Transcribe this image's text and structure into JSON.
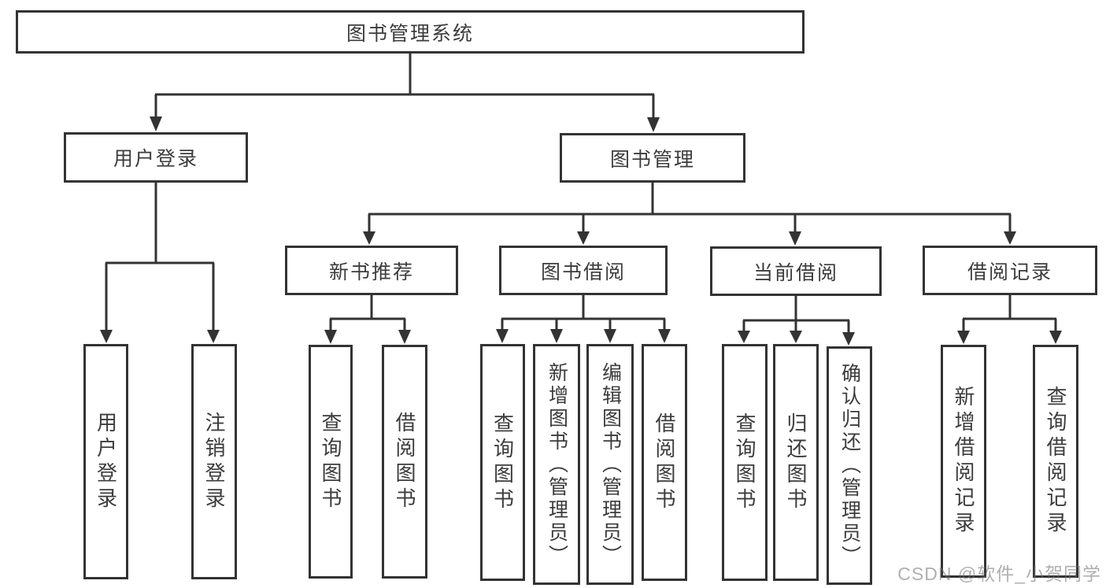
{
  "colors": {
    "line": "#333333",
    "text": "#3c3c3c",
    "background": "#ffffff",
    "watermark_gray": "#6e6e6e"
  },
  "tree": {
    "root": {
      "label": "图书管理系统"
    },
    "branches": [
      {
        "label": "用户登录",
        "children": [
          {
            "label": "用户登录"
          },
          {
            "label": "注销登录"
          }
        ]
      },
      {
        "label": "图书管理",
        "sections": [
          {
            "label": "新书推荐",
            "children": [
              {
                "label": "查询图书"
              },
              {
                "label": "借阅图书"
              }
            ]
          },
          {
            "label": "图书借阅",
            "children": [
              {
                "label": "查询图书"
              },
              {
                "label": "新增图书（管理员）"
              },
              {
                "label": "编辑图书（管理员）"
              },
              {
                "label": "借阅图书"
              }
            ]
          },
          {
            "label": "当前借阅",
            "children": [
              {
                "label": "查询图书"
              },
              {
                "label": "归还图书"
              },
              {
                "label": "确认归还（管理员）"
              }
            ]
          },
          {
            "label": "借阅记录",
            "children": [
              {
                "label": "新增借阅记录"
              },
              {
                "label": "查询借阅记录"
              }
            ]
          }
        ]
      }
    ]
  },
  "watermark": {
    "text": "CSDN @软件_小贺同学"
  }
}
